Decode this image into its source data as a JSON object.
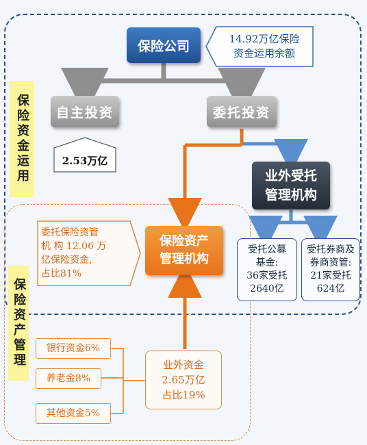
{
  "regions": {
    "fund_use_label": "保险资金运用",
    "asset_mgmt_label": "保险资产管理"
  },
  "nodes": {
    "insurance_company": "保险公司",
    "self_investment": "自主投资",
    "entrusted_investment": "委托投资",
    "external_trustee": [
      "业外受托",
      "管理机构"
    ],
    "asset_mgmt_firm": [
      "保险资产",
      "管理机构"
    ]
  },
  "notes": {
    "balance": [
      "14.92万亿保险",
      "资金运用余额"
    ],
    "self_amount": "2.53万亿",
    "entrusted_share": [
      "委托保险资管",
      "机 构 12.06 万",
      "亿保险资金,",
      "占比81%"
    ],
    "mutual_fund": [
      "受托公募",
      "基金:",
      "36家受托",
      "2640亿"
    ],
    "broker": [
      "受托券商及",
      "券商资管:",
      "21家受托",
      "624亿"
    ],
    "external_funds": [
      "业外资金",
      "2.65万亿",
      "占比19%"
    ]
  },
  "sources": {
    "bank": "银行资金6%",
    "pension": "养老金8%",
    "other": "其他资金5%"
  },
  "colors": {
    "blue_region": "#2f4f8a",
    "orange_accent": "#e8731a",
    "grey_arrow": "#8f8f8f",
    "blue_arrow": "#5b8fd0"
  }
}
